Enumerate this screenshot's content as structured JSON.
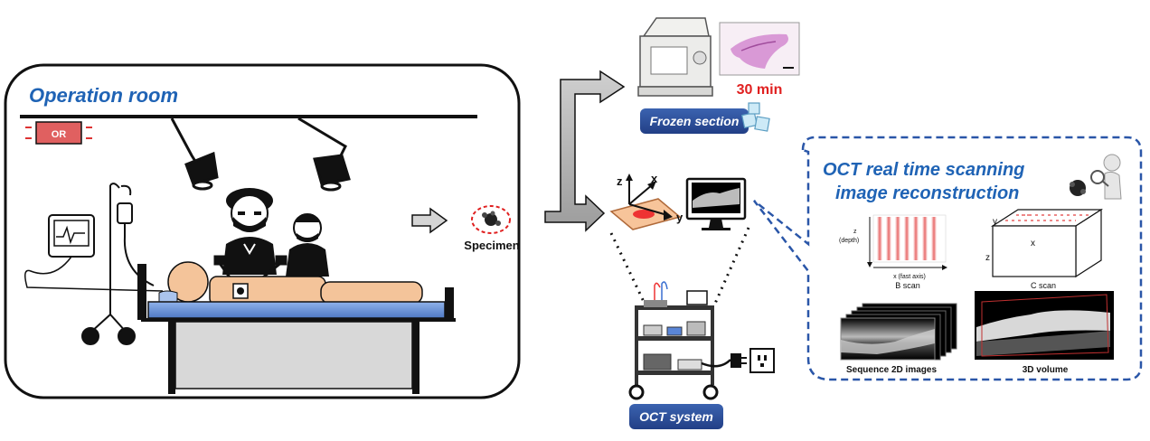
{
  "operation_room": {
    "title": "Operation room",
    "or_sign": "OR"
  },
  "specimen": {
    "label": "Specimen"
  },
  "frozen_section": {
    "label": "Frozen section",
    "time": "30 min"
  },
  "oct_system": {
    "label": "OCT system"
  },
  "axes": {
    "x": "x",
    "y": "y",
    "z": "z"
  },
  "oct_panel": {
    "title_line1": "OCT real time scanning",
    "title_line2": "image reconstruction",
    "bscan": {
      "label": "B scan",
      "z_axis": "z",
      "z_axis_sub": "(depth)",
      "x_axis": "x (fast axis)"
    },
    "cscan": {
      "label": "C scan",
      "y": "y",
      "x": "x",
      "z": "z"
    },
    "seq_label": "Sequence 2D images",
    "volume_label": "3D volume"
  },
  "colors": {
    "title_blue": "#1f63b5",
    "panel_dash": "#2a56a8",
    "badge_blue": "#2a4f9a",
    "accent_red": "#e02020",
    "or_sign": "#e06060"
  }
}
